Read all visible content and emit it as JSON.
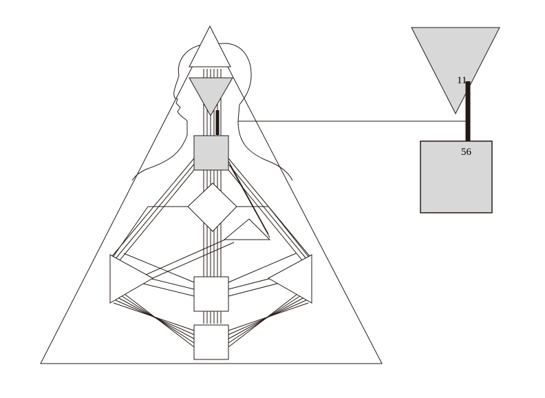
{
  "diagram": {
    "type": "human-design-bodygraph",
    "detail": {
      "upper_gate": "11",
      "lower_gate": "56"
    },
    "colors": {
      "defined_fill": "#d8d8d8",
      "open_fill": "#ffffff",
      "channel_active": "#231815",
      "line": "#231815"
    }
  }
}
